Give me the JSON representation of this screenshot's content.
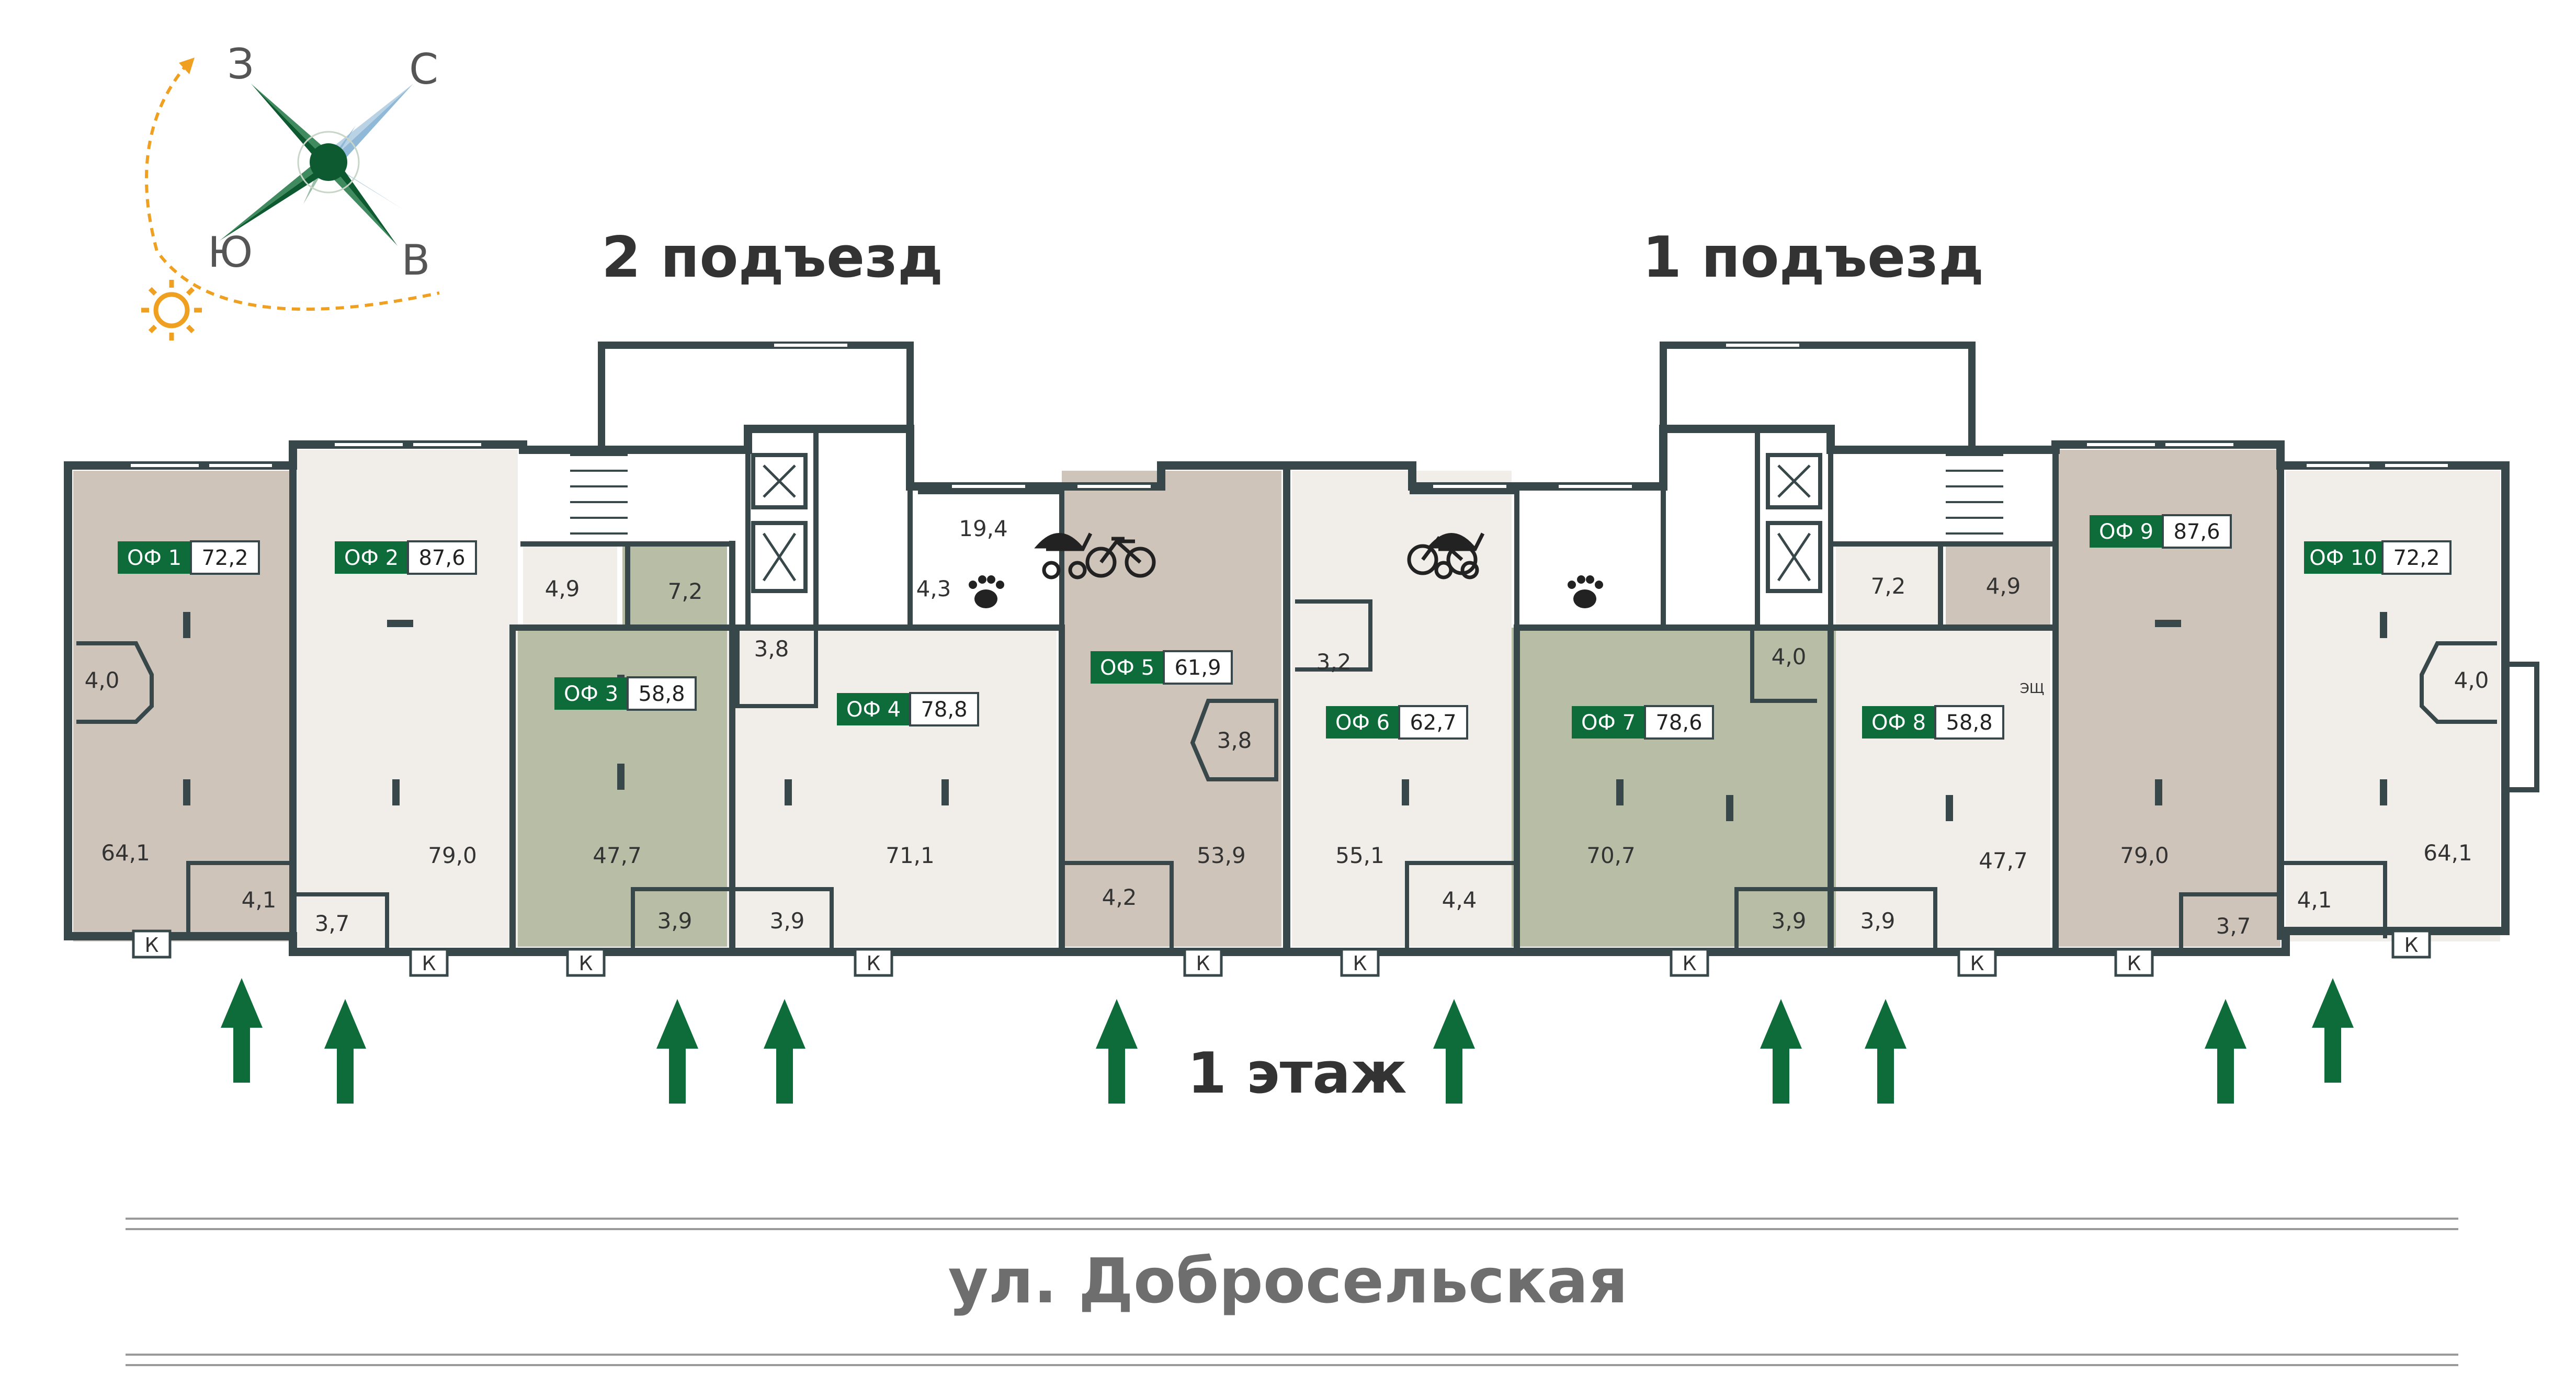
{
  "compass": {
    "north": "С",
    "west": "З",
    "south": "Ю",
    "east": "В",
    "icon": "compass-rose-icon",
    "sun_icon": "sun-icon"
  },
  "headings": {
    "entrance_2": "2 подъезд",
    "entrance_1": "1 подъезд",
    "floor": "1 этаж"
  },
  "street": "ул. Добросельская",
  "colors": {
    "wall": "#37474a",
    "office_green": "#b8bda6",
    "office_taupe": "#cfc4b9",
    "office_light": "#f1ede9",
    "badge_green": "#0e6b3a",
    "arrow_green": "#0e6b3a",
    "compass_dark": "#0e5a30",
    "compass_light": "#8fb9d6",
    "sun": "#f0a020"
  },
  "offices": [
    {
      "id": "ОФ 1",
      "total": "72,2",
      "main_area": "64,1",
      "wc_area": "4,0",
      "vestibule_area": "4,1"
    },
    {
      "id": "ОФ 2",
      "total": "87,6",
      "main_area": "79,0",
      "vestibule_area": "3,7"
    },
    {
      "id": "ОФ 3",
      "total": "58,8",
      "main_area": "47,7",
      "vestibule_area": "3,9",
      "wc_area": "7,2"
    },
    {
      "id": "ОФ 4",
      "total": "78,8",
      "main_area": "71,1",
      "wc_area": "3,8",
      "vestibule_area": "3,9"
    },
    {
      "id": "ОФ 5",
      "total": "61,9",
      "main_area": "53,9",
      "wc_area": "3,8",
      "vestibule_area": "4,2"
    },
    {
      "id": "ОФ 6",
      "total": "62,7",
      "main_area": "55,1",
      "wc_area": "3,2",
      "vestibule_area": "4,4"
    },
    {
      "id": "ОФ 7",
      "total": "78,6",
      "main_area": "70,7",
      "wc_area": "4,0",
      "vestibule_area": "3,9"
    },
    {
      "id": "ОФ 8",
      "total": "58,8",
      "main_area": "47,7",
      "wc_area": "7,2",
      "vestibule_area": "3,9"
    },
    {
      "id": "ОФ 9",
      "total": "87,6",
      "main_area": "79,0",
      "vestibule_area": "3,7"
    },
    {
      "id": "ОФ 10",
      "total": "72,2",
      "main_area": "64,1",
      "wc_area": "4,0",
      "vestibule_area": "4,1"
    }
  ],
  "common_areas": {
    "stroller_room_2": "19,4",
    "pet_wash_2": "4,3",
    "utility_2": "4,9",
    "utility_1": "4,9",
    "stroller_icons": [
      "stroller-icon",
      "bicycle-icon"
    ],
    "pet_icon": "paw-icon"
  },
  "marks": {
    "conditioner": "К",
    "panel": "ЭЩ"
  }
}
